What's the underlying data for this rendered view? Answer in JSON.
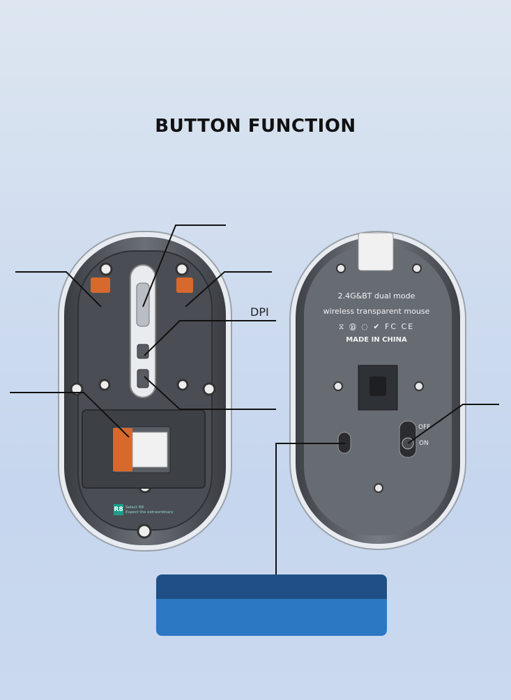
{
  "title": "BUTTON FUNCTION",
  "labels": {
    "dpi": "DPI"
  },
  "mouse_back": {
    "line1": "2.4G&BT dual mode",
    "line2": "wireless transparent mouse",
    "certs": "⧖ ⓾ ◌ ✔ FC CE",
    "line3": "MADE IN CHINA",
    "switch_off": "OFF",
    "switch_on": "ON"
  },
  "badge": {
    "logo": "R8",
    "text1": "Select R8",
    "text2": "Expect the extraordinary"
  },
  "colors": {
    "info_box_top": "#1f4f86",
    "info_box_bottom": "#2d78c2",
    "mouse_shell": "#5a5f66",
    "accent_orange": "#d8692d"
  }
}
